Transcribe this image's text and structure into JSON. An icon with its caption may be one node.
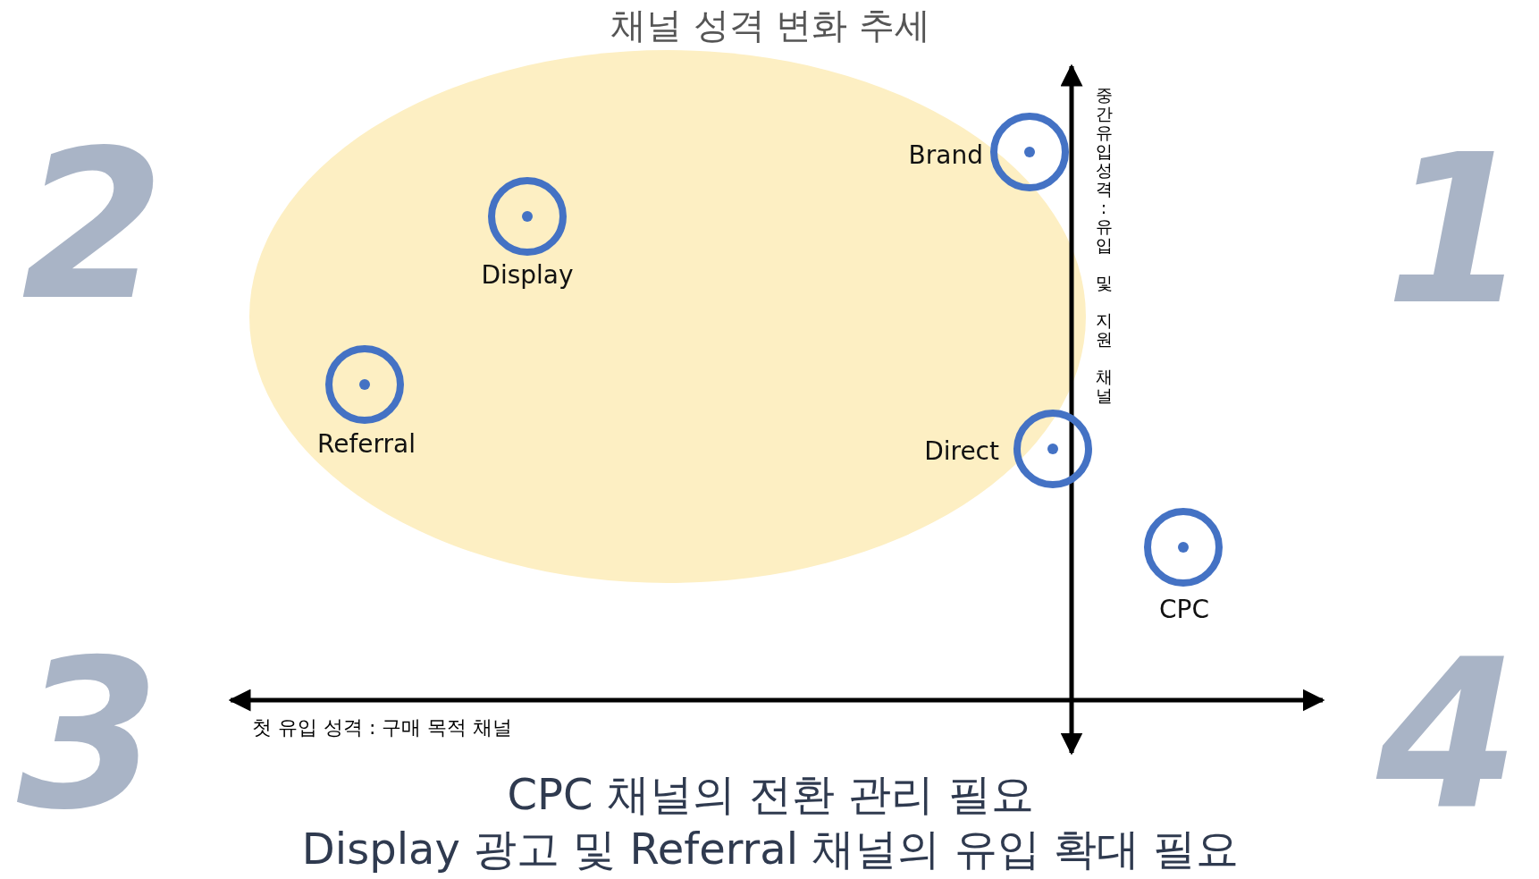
{
  "diagram": {
    "title": "채널 성격 변화 추세",
    "nodes": [
      {
        "text": [
          "Brand"
        ]
      },
      {
        "text": [
          "Display"
        ]
      },
      {
        "text": [
          "Referral"
        ]
      },
      {
        "text": [
          "Direct"
        ]
      },
      {
        "text": [
          "CPC"
        ]
      }
    ],
    "labels": [
      "2",
      "1",
      "중간유입성격 : 유입 및 지원 채널",
      "3",
      "첫 유입 성격 : 구매 목적 채널",
      "4",
      "CPC 채널의 전환 관리 필요",
      "Display 광고 및 Referral 채널의 유입 확대 필요"
    ]
  }
}
